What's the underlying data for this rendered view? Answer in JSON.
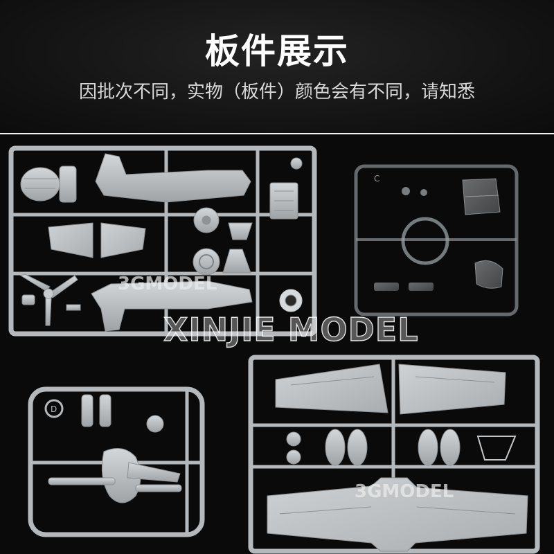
{
  "header": {
    "title": "板件展示",
    "subtitle": "因批次不同，实物（板件）颜色会有不同，请知悉"
  },
  "photo": {
    "watermarks": {
      "upper": "3GMODEL",
      "center": "XINJIE MODEL",
      "lower": "3GMODEL"
    },
    "sprue_numbers": {
      "canopy_gate": "C",
      "figure_frame": "D"
    }
  },
  "colors": {
    "background": "#0c0c0c",
    "plastic_grey": "#b7bbbe",
    "clear_part": "#9ea3a6",
    "text": "#ffffff"
  }
}
